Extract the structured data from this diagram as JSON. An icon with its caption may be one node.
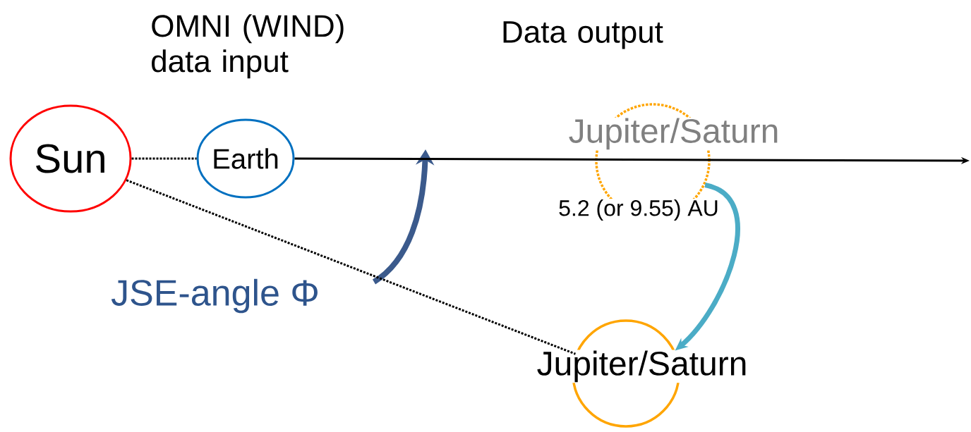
{
  "diagram": {
    "nodes": [
      {
        "text": [
          "Sun"
        ]
      },
      {
        "text": [
          "Earth"
        ],
        "beside": [
          "OMNI (WIND) data input"
        ]
      },
      {
        "text": [
          "Jupiter/Saturn"
        ],
        "beside": [
          "Data output"
        ]
      },
      {
        "text": [
          "Jupiter/Saturn"
        ]
      }
    ],
    "edges": [
      {
        "from": 0,
        "to": 1,
        "arrow": "none",
        "style": "dashed"
      },
      {
        "from": 1,
        "to": null,
        "arrow": "to"
      },
      {
        "from": 0,
        "to": 3,
        "arrow": "none",
        "style": "dashed"
      },
      {
        "from": 2,
        "to": 3,
        "arrow": "to",
        "style": "thick",
        "color": "#4bacc6"
      }
    ],
    "labels": [
      "5.2 (or 9.55) AU",
      "JSE-angle Φ"
    ]
  }
}
